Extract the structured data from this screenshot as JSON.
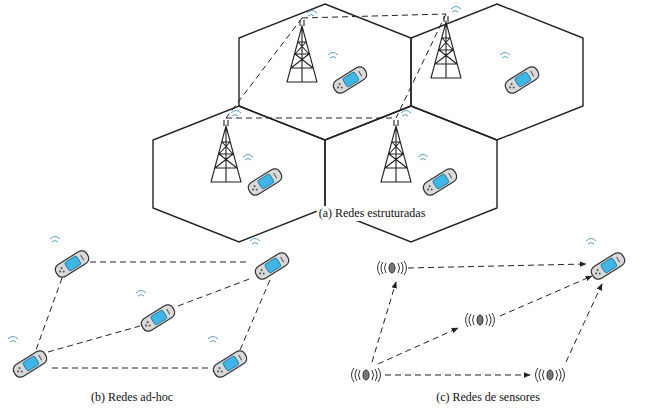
{
  "diagram": {
    "labels": [
      "(a) Redes estruturadas",
      "(b) Redes ad-hoc",
      "(c) Redes de sensores"
    ]
  }
}
